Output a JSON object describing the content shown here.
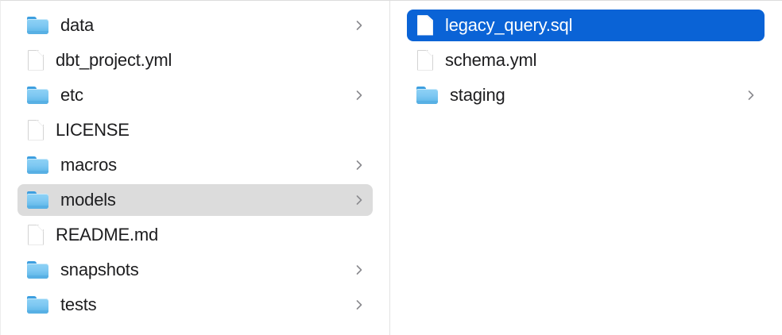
{
  "window": {
    "view_mode": "column-view",
    "background_color": "#ffffff",
    "divider_color": "#e3e3e3",
    "text_color": "#1d1d1f",
    "selected_row_color": "#0a63d6",
    "inactive_selected_row_color": "#dcdcdc",
    "folder_icon_color": "#7ec8f2",
    "chevron_color": "#8a8a8e"
  },
  "columns": [
    {
      "name": "parent-column",
      "items": [
        {
          "label": "data",
          "icon": "folder-icon",
          "kind": "folder",
          "has_chevron": true,
          "selected": false,
          "selection_style": "none"
        },
        {
          "label": "dbt_project.yml",
          "icon": "document-icon",
          "kind": "file",
          "has_chevron": false,
          "selected": false,
          "selection_style": "none"
        },
        {
          "label": "etc",
          "icon": "folder-icon",
          "kind": "folder",
          "has_chevron": true,
          "selected": false,
          "selection_style": "none"
        },
        {
          "label": "LICENSE",
          "icon": "document-icon",
          "kind": "file",
          "has_chevron": false,
          "selected": false,
          "selection_style": "none"
        },
        {
          "label": "macros",
          "icon": "folder-icon",
          "kind": "folder",
          "has_chevron": true,
          "selected": false,
          "selection_style": "none"
        },
        {
          "label": "models",
          "icon": "folder-icon",
          "kind": "folder",
          "has_chevron": true,
          "selected": true,
          "selection_style": "gray"
        },
        {
          "label": "README.md",
          "icon": "document-icon",
          "kind": "file",
          "has_chevron": false,
          "selected": false,
          "selection_style": "none"
        },
        {
          "label": "snapshots",
          "icon": "folder-icon",
          "kind": "folder",
          "has_chevron": true,
          "selected": false,
          "selection_style": "none"
        },
        {
          "label": "tests",
          "icon": "folder-icon",
          "kind": "folder",
          "has_chevron": true,
          "selected": false,
          "selection_style": "none"
        }
      ]
    },
    {
      "name": "child-column",
      "items": [
        {
          "label": "legacy_query.sql",
          "icon": "document-icon",
          "kind": "file",
          "has_chevron": false,
          "selected": true,
          "selection_style": "blue"
        },
        {
          "label": "schema.yml",
          "icon": "document-icon",
          "kind": "file",
          "has_chevron": false,
          "selected": false,
          "selection_style": "none"
        },
        {
          "label": "staging",
          "icon": "folder-icon",
          "kind": "folder",
          "has_chevron": true,
          "selected": false,
          "selection_style": "none"
        }
      ]
    }
  ]
}
